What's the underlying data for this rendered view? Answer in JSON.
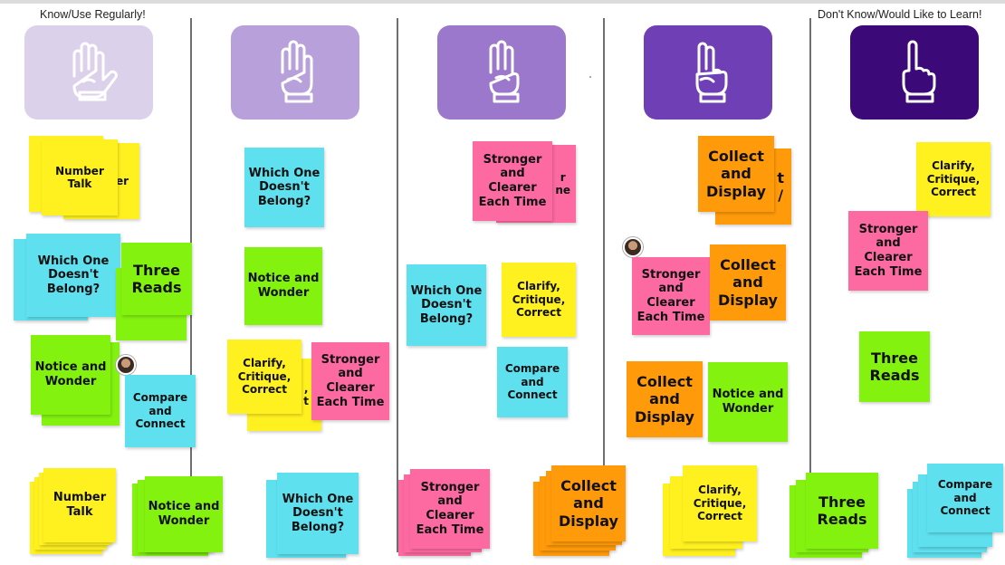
{
  "header": {
    "left_label": "Know/Use Regularly!",
    "right_label": "Don't Know/Would Like to Learn!"
  },
  "colors": {
    "yellow": "#fff11f",
    "cyan": "#5fe0ee",
    "green": "#83f20f",
    "pink": "#fd6aa1",
    "orange": "#ff9a0a",
    "hand_boxes": [
      "#dcd1ea",
      "#b8a1da",
      "#9b78cc",
      "#6f3fb6",
      "#3b0a78"
    ]
  },
  "columns": [
    {
      "hand_icon": "five-fingers-icon"
    },
    {
      "hand_icon": "three-fingers-icon"
    },
    {
      "hand_icon": "three-fingers-icon"
    },
    {
      "hand_icon": "two-fingers-icon"
    },
    {
      "hand_icon": "one-finger-icon"
    }
  ],
  "notes": {
    "number_talk": "Number Talk",
    "which_one": "Which One Doesn't Belong?",
    "three_reads": "Three Reads",
    "notice_wonder": "Notice and Wonder",
    "compare_connect": "Compare and Connect",
    "clarify": "Clarify, Critique, Correct",
    "stronger": "Stronger and Clearer Each Time",
    "collect": "Collect and Display",
    "partial_number_talk": "er",
    "partial_stronger": "r\nne",
    "partial_clarify": ",\nt",
    "partial_collect": "t\n/"
  }
}
